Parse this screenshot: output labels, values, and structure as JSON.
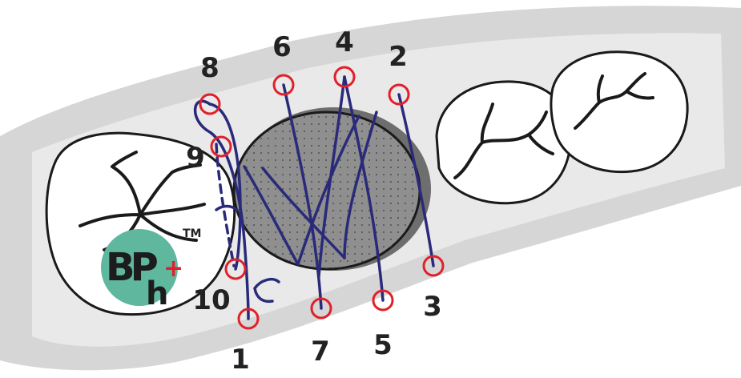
{
  "colors": {
    "gum_outer": "#d6d6d6",
    "gum_inner": "#e9e9e9",
    "suture": "#2a2a7a",
    "marker": "#e0202a",
    "graft": "#8f8f8f",
    "graft_shadow": "#6e6e6e",
    "logo_disc": "#5fb89e",
    "logo_plus": "#e0202a"
  },
  "points": [
    {
      "id": "1",
      "label": "1"
    },
    {
      "id": "2",
      "label": "2"
    },
    {
      "id": "3",
      "label": "3"
    },
    {
      "id": "4",
      "label": "4"
    },
    {
      "id": "5",
      "label": "5"
    },
    {
      "id": "6",
      "label": "6"
    },
    {
      "id": "7",
      "label": "7"
    },
    {
      "id": "8",
      "label": "8"
    },
    {
      "id": "9",
      "label": "9"
    },
    {
      "id": "10",
      "label": "10"
    }
  ],
  "logo": {
    "letters_top": "BP",
    "letter_bottom": "h",
    "plus": "+",
    "trademark": "TM"
  }
}
